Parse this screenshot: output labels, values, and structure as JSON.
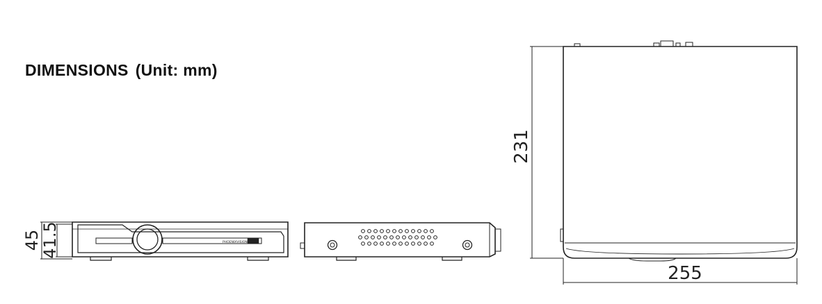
{
  "title": {
    "main": "DIMENSIONS",
    "unit": "(Unit: mm)"
  },
  "dimensions": {
    "height_outer": "45",
    "height_inner": "41.5",
    "depth": "231",
    "width": "255"
  },
  "front_panel": {
    "brand_text": "PHOENIXVISION"
  }
}
